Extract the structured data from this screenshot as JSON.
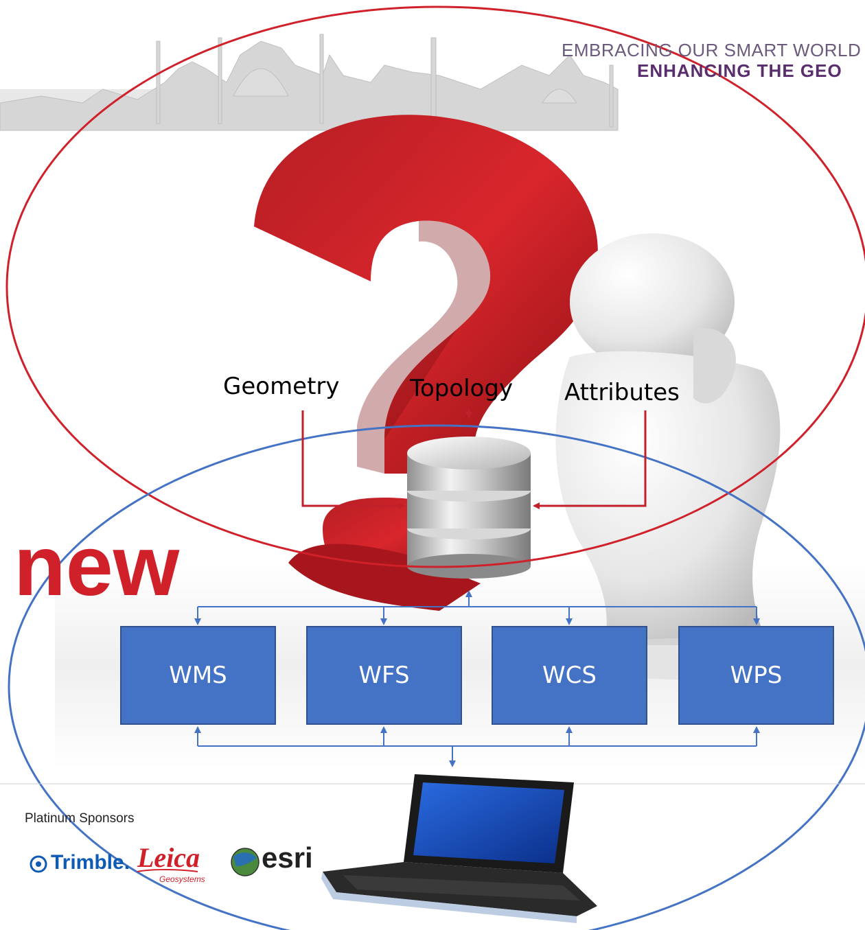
{
  "header": {
    "line1": "EMBRACING OUR SMART WORLD",
    "line2": "ENHANCING THE GEO"
  },
  "diagram": {
    "inputs": [
      "Geometry",
      "Topology",
      "Attributes"
    ],
    "services": [
      "WMS",
      "WFS",
      "WCS",
      "WPS"
    ],
    "highlight_word": "new"
  },
  "footer": {
    "sponsors_heading": "Platinum Sponsors",
    "sponsor_logos": [
      "Trimble.",
      "Leica",
      "Geosystems",
      "esri"
    ]
  },
  "colors": {
    "accent_red": "#d0202a",
    "ellipse_red": "#d0202a",
    "ellipse_blue": "#4472c4",
    "service_box": "#4472c4",
    "connector_blue": "#4472c4",
    "arrow_red": "#c0202a"
  },
  "icons": [
    "skyline-illustration",
    "question-mark-illustration",
    "thinking-figure-illustration",
    "database-icon",
    "laptop-icon",
    "trimble-logo",
    "leica-logo",
    "esri-globe-icon"
  ]
}
